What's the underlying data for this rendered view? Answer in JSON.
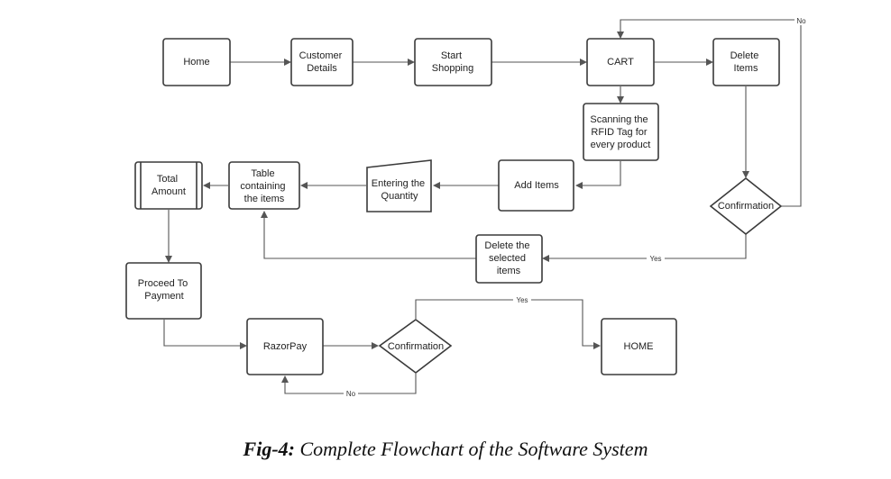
{
  "nodes": {
    "home": {
      "lines": [
        "Home"
      ]
    },
    "customer_details": {
      "lines": [
        "Customer",
        "Details"
      ]
    },
    "start_shopping": {
      "lines": [
        "Start",
        "Shopping"
      ]
    },
    "cart": {
      "lines": [
        "CART"
      ]
    },
    "delete_items": {
      "lines": [
        "Delete",
        "Items"
      ]
    },
    "scanning": {
      "lines": [
        "Scanning the",
        "RFID Tag for",
        "every product"
      ]
    },
    "add_items": {
      "lines": [
        "Add Items"
      ]
    },
    "entering_quantity": {
      "lines": [
        "Entering the",
        "Quantity"
      ]
    },
    "table_items": {
      "lines": [
        "Table",
        "containing",
        "the items"
      ]
    },
    "total_amount": {
      "lines": [
        "Total",
        "Amount"
      ]
    },
    "confirmation_delete": {
      "lines": [
        "Confirmation"
      ]
    },
    "delete_selected": {
      "lines": [
        "Delete the",
        "selected",
        "items"
      ]
    },
    "proceed_payment": {
      "lines": [
        "Proceed To",
        "Payment"
      ]
    },
    "razorpay": {
      "lines": [
        "RazorPay"
      ]
    },
    "confirmation_payment": {
      "lines": [
        "Confirmation"
      ]
    },
    "home_end": {
      "lines": [
        "HOME"
      ]
    }
  },
  "edges": {
    "delete_no": {
      "label": "No"
    },
    "delete_yes": {
      "label": "Yes"
    },
    "payment_yes": {
      "label": "Yes"
    },
    "payment_no": {
      "label": "No"
    }
  },
  "caption": {
    "label": "Fig-4:",
    "text": " Complete Flowchart of the Software System"
  }
}
